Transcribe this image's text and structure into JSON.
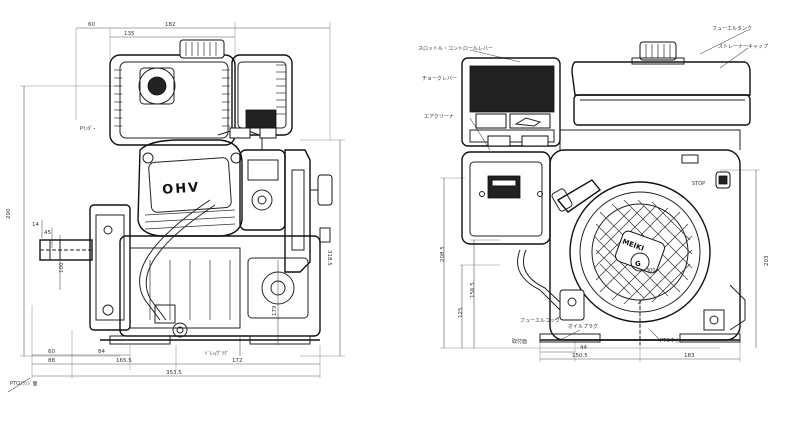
{
  "left_view": {
    "dims": {
      "top_60": "60",
      "top_182": "182",
      "top_135": "135",
      "left_290": "290",
      "left_14": "14",
      "left_45": "45",
      "left_100": "100",
      "right_318": "318.5",
      "right_179": "179",
      "bot_60": "60",
      "bot_84": "84",
      "bot_88": "88",
      "bot_165": "165.5",
      "bot_172": "172",
      "bot_353": "353.5"
    },
    "labels": {
      "label_a": "Pｲﾝﾀﾞｰ",
      "label_ohv": "OHV",
      "label_fuel_drain": "ﾄﾞﾚﾝ/ﾌﾟﾗｸﾞ",
      "label_bottom_left": "PTOﾌﾗﾝｼﾞ面"
    }
  },
  "right_view": {
    "labels": {
      "fuel_tank": "フューエルタンク",
      "strainer": "ストレーナーキャップ",
      "throttle": "スロットル・コントロールレバー",
      "choke": "チョークレバー",
      "air_cleaner": "エアクリーナ",
      "stop": "STOP",
      "fuel_cock": "フューエルコック",
      "oil_plug": "オイルプラグ",
      "pto_center": "PTO中心",
      "ground": "取付面",
      "brand": "MEIKI",
      "model": "G",
      "model_sub": "300"
    },
    "dims": {
      "v_208": "208.5",
      "v_156": "156.5",
      "v_125": "125",
      "v_203": "203",
      "h_44": "44",
      "h_150": "150.5",
      "h_183": "183"
    }
  }
}
